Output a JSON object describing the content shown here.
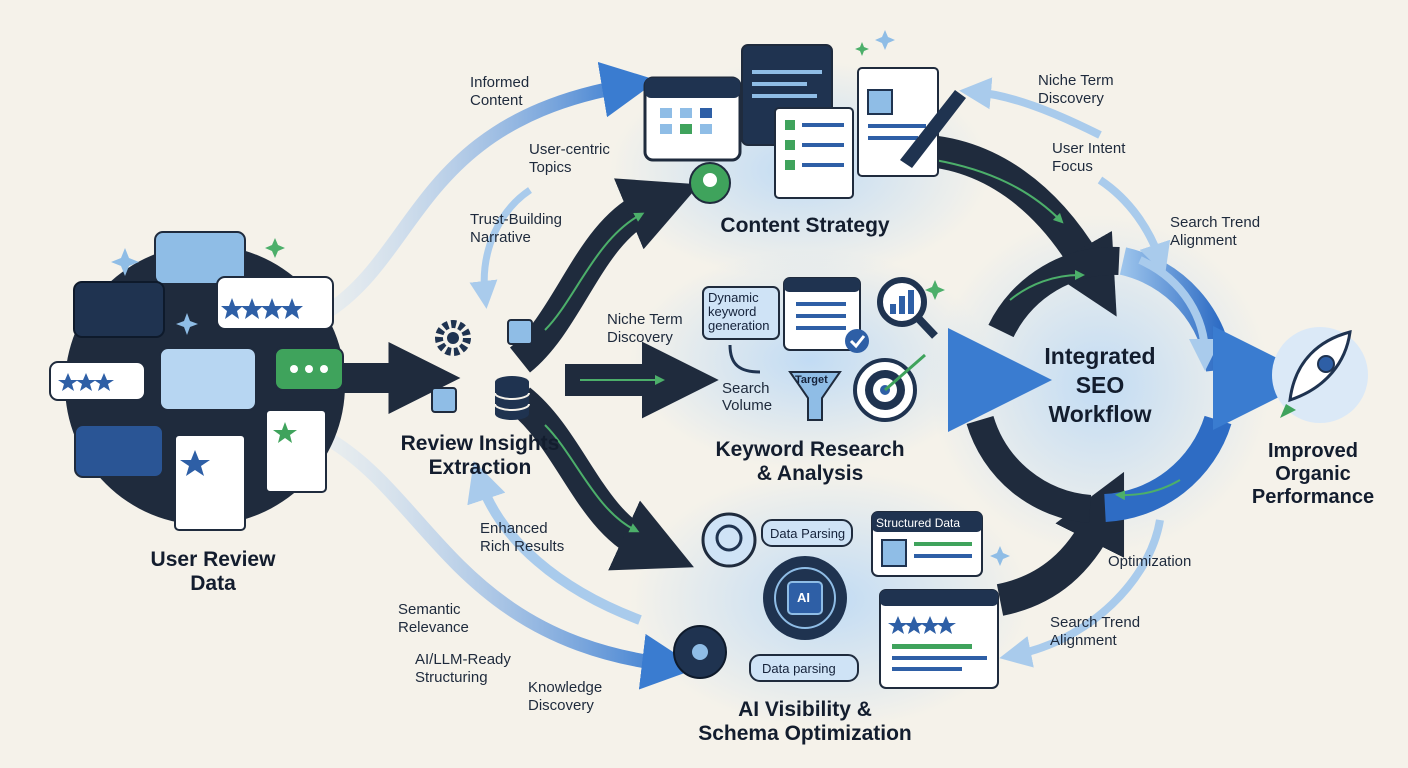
{
  "nodes": {
    "user_review_data": "User Review\nData",
    "review_insights": "Review Insights\nExtraction",
    "content_strategy": "Content Strategy",
    "keyword_research": "Keyword Research\n& Analysis",
    "ai_visibility": "AI Visibility &\nSchema Optimization",
    "integrated_seo": "Integrated\nSEO\nWorkflow",
    "improved_performance": "Improved\nOrganic\nPerformance"
  },
  "edge_labels": {
    "informed_content": "Informed\nContent",
    "user_centric_topics": "User-centric\nTopics",
    "trust_building": "Trust-Building\nNarrative",
    "niche_term_center": "Niche Term\nDiscovery",
    "enhanced_rich_results": "Enhanced\nRich Results",
    "semantic_relevance": "Semantic\nRelevance",
    "ai_llm_ready": "AI/LLM-Ready\nStructuring",
    "knowledge_discovery": "Knowledge\nDiscovery",
    "niche_term_right": "Niche Term\nDiscovery",
    "user_intent_focus": "User Intent\nFocus",
    "search_trend_top": "Search Trend\nAlignment",
    "optimization": "Optimization",
    "search_trend_bottom": "Search Trend\nAlignment"
  },
  "tags": {
    "dynamic_keyword": "Dynamic\nkeyword\ngeneration",
    "search_volume": "Search\nVolume",
    "target": "Target",
    "data_parsing_top": "Data Parsing",
    "structured_data": "Structured Data",
    "data_parsing_bottom": "Data parsing",
    "ai_chip": "AI"
  },
  "colors": {
    "background": "#f5f2ea",
    "dark_navy": "#1f2b3d",
    "primary_blue": "#3a74c4",
    "light_blue": "#8fbde6",
    "accent_green": "#3fa35c"
  }
}
